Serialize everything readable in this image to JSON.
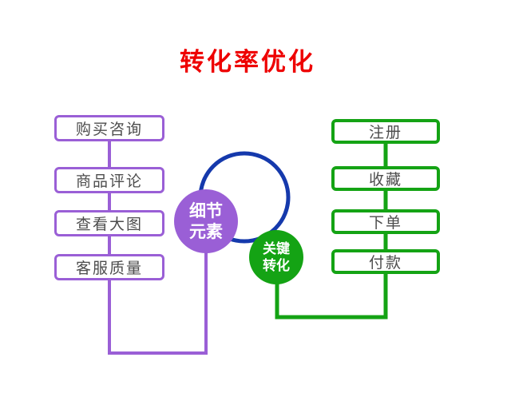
{
  "title": "转化率优化",
  "left_flow": {
    "items": [
      "购买咨询",
      "商品评论",
      "查看大图",
      "客服质量"
    ]
  },
  "right_flow": {
    "items": [
      "注册",
      "收藏",
      "下单",
      "付款"
    ]
  },
  "circles": {
    "detail": {
      "line1": "细节",
      "line2": "元素"
    },
    "key": {
      "line1": "关键",
      "line2": "转化"
    }
  },
  "colors": {
    "title_red": "#ee0000",
    "purple": "#9a5fd6",
    "green": "#14a314",
    "blue": "#1539ac",
    "box_text": "#4d4d4d",
    "background": "#ffffff"
  }
}
